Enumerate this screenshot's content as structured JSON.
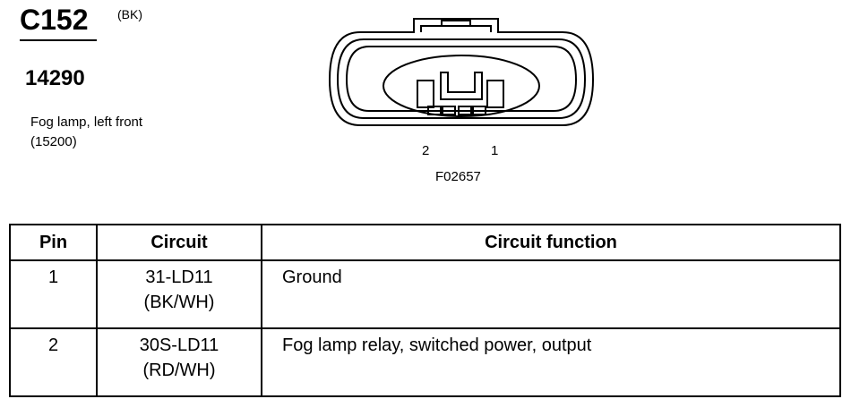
{
  "connector": {
    "id": "C152",
    "color": "(BK)",
    "part_number": "14290",
    "description_line1": "Fog lamp, left front",
    "description_line2": "(15200)"
  },
  "figure": {
    "pin_labels": [
      "2",
      "1"
    ],
    "code": "F02657"
  },
  "table": {
    "headers": [
      "Pin",
      "Circuit",
      "Circuit function"
    ],
    "rows": [
      {
        "pin": "1",
        "circuit_line1": "31-LD11",
        "circuit_line2": "(BK/WH)",
        "function": "Ground"
      },
      {
        "pin": "2",
        "circuit_line1": "30S-LD11",
        "circuit_line2": "(RD/WH)",
        "function": "Fog lamp relay, switched power, output"
      }
    ]
  }
}
